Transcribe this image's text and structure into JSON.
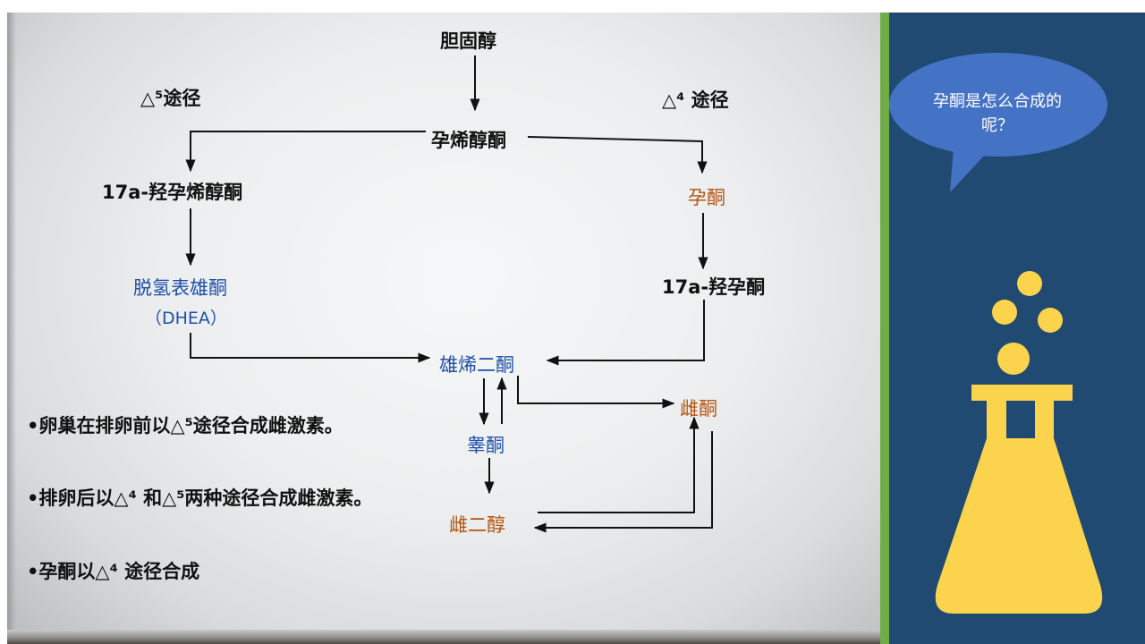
{
  "diagram": {
    "nodes": {
      "cholesterol": "胆固醇",
      "pregnenolone": "孕烯醇酮",
      "hydroxy_pregnenolone": "17a-羟孕烯醇酮",
      "progesterone": "孕酮",
      "dhea": "脱氢表雄酮",
      "dhea_abbr": "（DHEA）",
      "hydroxy_progesterone": "17a-羟孕酮",
      "androstenedione": "雄烯二酮",
      "estrone": "雌酮",
      "testosterone": "睾酮",
      "estradiol": "雌二醇"
    },
    "pathway_labels": {
      "delta5": "△⁵途径",
      "delta4": "△⁴ 途径"
    },
    "notes": [
      "•卵巢在排卵前以△⁵途径合成雌激素。",
      "•排卵后以△⁴ 和△⁵两种途径合成雌激素。",
      "•孕酮以△⁴ 途径合成"
    ],
    "colors": {
      "blue_nodes": "#1f4fa8",
      "orange_nodes": "#b4520e"
    }
  },
  "sidebar": {
    "bubble_text": "孕酮是怎么合成的呢？",
    "icon": "flask-icon",
    "colors": {
      "panel": "#204a71",
      "accent_bar": "#71ad47",
      "bubble": "#4472c4",
      "flask": "#fcd34d"
    }
  }
}
